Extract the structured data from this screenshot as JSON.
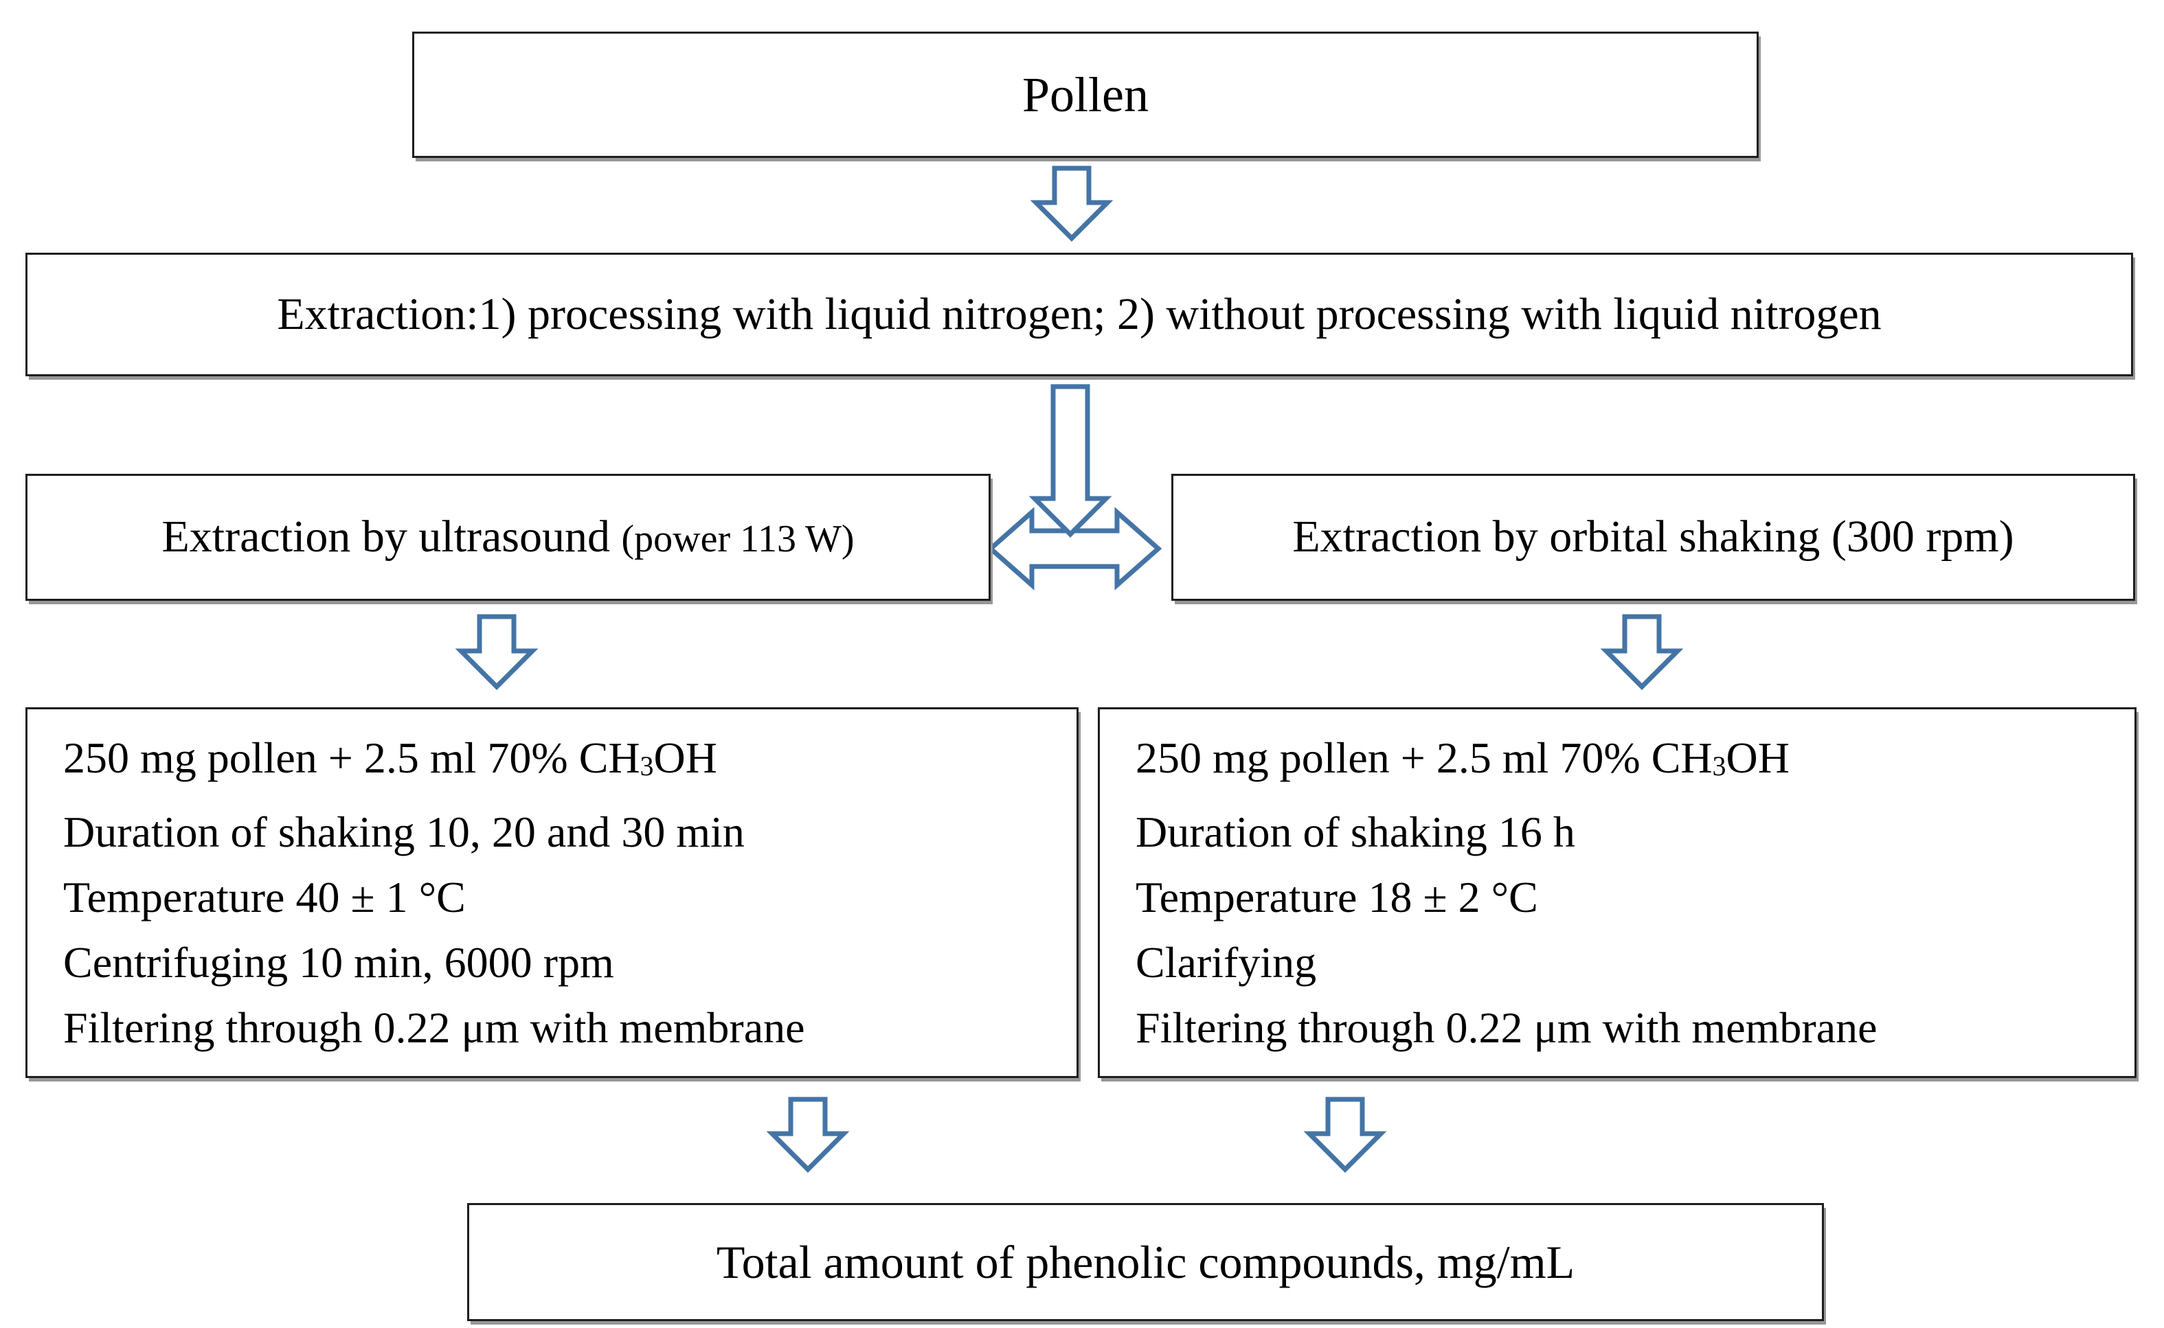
{
  "colors": {
    "arrow_outline": "#4474a6",
    "box_border": "#1e1e1e",
    "box_shadow": "#979797",
    "background": "#ffffff"
  },
  "boxes": {
    "pollen": {
      "label": "Pollen"
    },
    "extraction": {
      "label": "Extraction:1) processing with liquid nitrogen; 2) without processing with liquid nitrogen"
    },
    "ultrasound": {
      "label": "Extraction by ultrasound",
      "note": "(power 113 W)"
    },
    "orbital": {
      "label": "Extraction by orbital shaking (300 rpm)"
    },
    "detail_left": {
      "lines": [
        [
          {
            "t": "250 mg pollen + 2.5 ml 70% CH"
          },
          {
            "t": "3",
            "sub": true
          },
          {
            "t": "OH"
          }
        ],
        [
          {
            "t": "Duration of shaking 10, 20 and 30 min"
          }
        ],
        [
          {
            "t": "Temperature 40 ± 1 °C"
          }
        ],
        [
          {
            "t": "Centrifuging 10 min, 6000 rpm"
          }
        ],
        [
          {
            "t": "Filtering through 0.22 μm with membrane"
          }
        ]
      ]
    },
    "detail_right": {
      "lines": [
        [
          {
            "t": "250 mg pollen + 2.5 ml 70% CH"
          },
          {
            "t": "3",
            "sub": true
          },
          {
            "t": "OH"
          }
        ],
        [
          {
            "t": "Duration of shaking 16 h"
          }
        ],
        [
          {
            "t": "Temperature 18 ± 2 °C"
          }
        ],
        [
          {
            "t": "Clarifying"
          }
        ],
        [
          {
            "t": "Filtering through 0.22 μm with membrane"
          }
        ]
      ]
    },
    "total": {
      "label": "Total amount of phenolic compounds, mg/mL"
    }
  }
}
